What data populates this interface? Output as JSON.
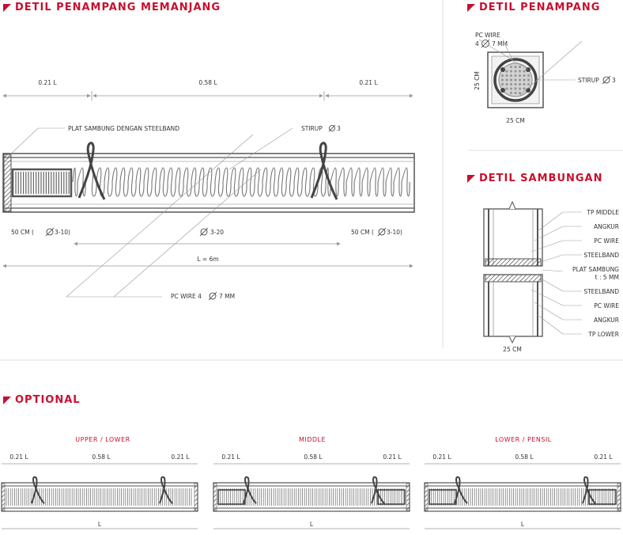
{
  "headers": {
    "memanjang": "DETIL PENAMPANG MEMANJANG",
    "penampang": "DETIL PENAMPANG",
    "sambungan": "DETIL SAMBUNGAN",
    "optional": "OPTIONAL"
  },
  "memanjang": {
    "dim_left": "0.21 L",
    "dim_mid": "0.58 L",
    "dim_right": "0.21 L",
    "label_plat": "PLAT SAMBUNG DENGAN STEELBAND",
    "label_stirup": "STIRUP",
    "stirup_size": "3",
    "bottom_left": "50 CM  (",
    "bottom_left_size": "3-10)",
    "bottom_mid_size": "3-20",
    "bottom_right": "50 CM  (",
    "bottom_right_size": "3-10)",
    "length": "L = 6m",
    "pc_wire": "PC WIRE 4",
    "pc_wire_size": "7 MM"
  },
  "penampang": {
    "pc_wire": "PC WIRE",
    "pc_wire_spec_a": "4",
    "pc_wire_spec_b": "7 MM",
    "side": "25 CM",
    "bottom": "25 CM",
    "stirup": "STIRUP",
    "stirup_size": "3"
  },
  "sambungan": {
    "labels": [
      "TP MIDDLE",
      "ANGKUR",
      "PC WIRE",
      "STEELBAND",
      "PLAT SAMBUNG",
      "t : 5 MM",
      "STEELBAND",
      "PC WIRE",
      "ANGKUR",
      "TP LOWER"
    ],
    "width": "25 CM"
  },
  "optional": {
    "titles": [
      "UPPER / LOWER",
      "MIDDLE",
      "LOWER / PENSIL"
    ],
    "dim_left": "0.21 L",
    "dim_mid": "0.58 L",
    "dim_right": "0.21 L",
    "length": "L"
  },
  "colors": {
    "accent": "#c8102e",
    "line": "#555555",
    "dim": "#999999"
  }
}
